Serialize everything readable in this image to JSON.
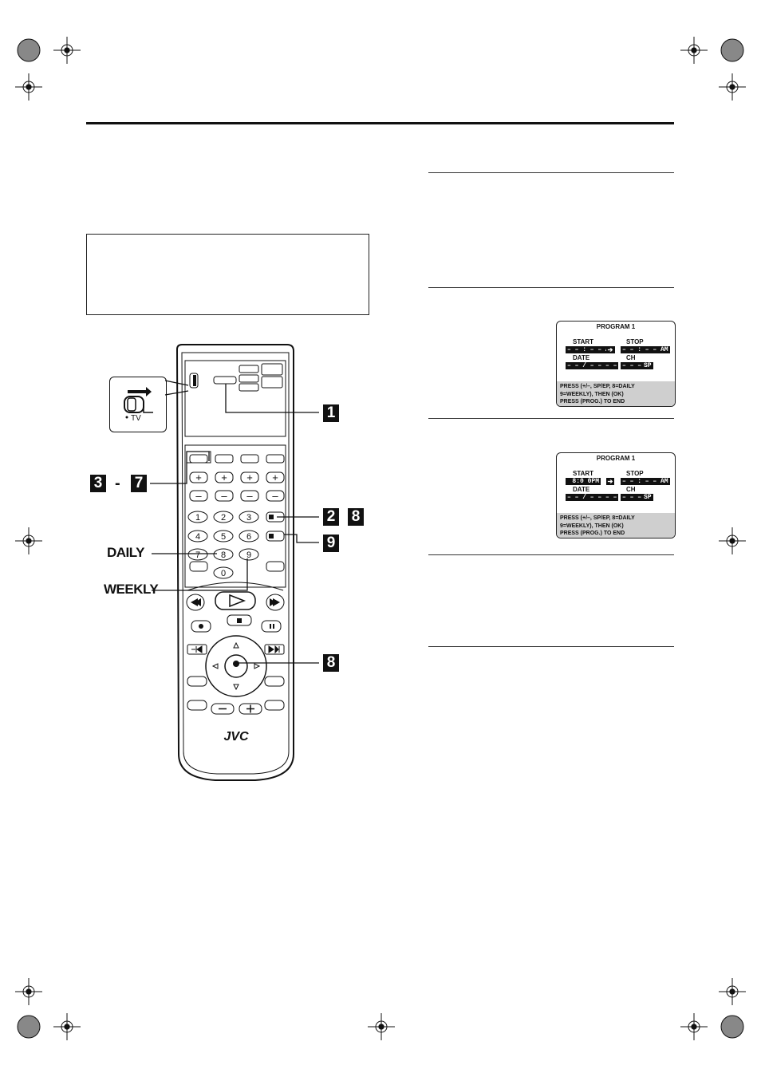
{
  "remote": {
    "brand": "JVC",
    "switch_label": "TV",
    "keypad": [
      "1",
      "2",
      "3",
      "4",
      "5",
      "6",
      "7",
      "8",
      "9",
      "0"
    ],
    "plus_glyph": "+",
    "minus_glyph": "–"
  },
  "callouts": {
    "step1": "1",
    "step3": "3",
    "dash": "-",
    "step7": "7",
    "step2": "2",
    "step8a": "8",
    "step9": "9",
    "step8b": "8",
    "daily": "DAILY",
    "weekly": "WEEKLY"
  },
  "osd1": {
    "title": "PROGRAM 1",
    "start_label": "START",
    "stop_label": "STOP",
    "start_value": "– – : – – AM",
    "stop_value": "– – : – – AM",
    "date_label": "DATE",
    "ch_label": "CH",
    "date_value": "– – / – – – –",
    "ch_value": "– – –",
    "mode_value": "SP",
    "footer_line1": "PRESS (+/–, SP/EP, 8=DAILY",
    "footer_line2": "9=WEEKLY), THEN (OK)",
    "footer_line3": "PRESS (PROG.) TO END"
  },
  "osd2": {
    "title": "PROGRAM 1",
    "start_label": "START",
    "stop_label": "STOP",
    "start_value": "8:0 0PM",
    "stop_value": "– – : – – AM",
    "date_label": "DATE",
    "ch_label": "CH",
    "date_value": "– – / – – – –",
    "ch_value": "– – –",
    "mode_value": "SP",
    "footer_line1": "PRESS (+/–, SP/EP, 8=DAILY",
    "footer_line2": "9=WEEKLY), THEN (OK)",
    "footer_line3": "PRESS (PROG.) TO END"
  }
}
